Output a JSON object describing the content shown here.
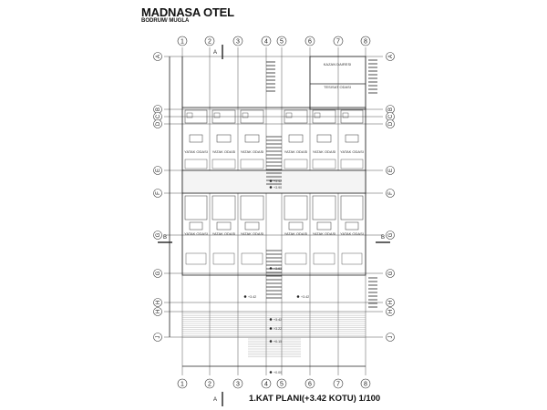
{
  "header": {
    "title": "MADNASA OTEL",
    "subtitle": "BODRUM/ MUGLA"
  },
  "caption": "1.KAT PLANI(+3.42 KOTU) 1/100",
  "axes": {
    "columns": [
      "1",
      "2",
      "3",
      "4",
      "5",
      "6",
      "7",
      "8"
    ],
    "rows": [
      "A",
      "B",
      "C",
      "D",
      "E",
      "F",
      "G",
      "G",
      "H",
      "H",
      "J"
    ]
  },
  "rooms": {
    "boiler_room": "KAZAN DAIRESI",
    "plumbing_room": "TESISAT ODASI",
    "bedroom": "YATAK ODASI"
  },
  "elevations": [
    "+3.42",
    "+3.90",
    "+3.63",
    "+3.42",
    "+3.42",
    "+3.42",
    "+3.22",
    "+0.15",
    "+0.00"
  ],
  "section_mark": "A",
  "section_mark_b": "B"
}
